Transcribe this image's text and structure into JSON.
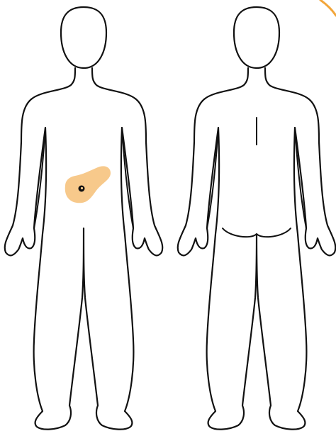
{
  "figures": [
    {
      "id": "front",
      "view": "front"
    },
    {
      "id": "back",
      "view": "back"
    }
  ],
  "marker": {
    "view": "front",
    "region": "left-abdomen",
    "fill_color": "#F7C98B",
    "center_color": "#111111",
    "center_inner_color": "#F7C98B"
  },
  "corner_accent": {
    "color": "#F2A63B"
  },
  "colors": {
    "outline": "#111111",
    "background": "#FFFFFF"
  }
}
